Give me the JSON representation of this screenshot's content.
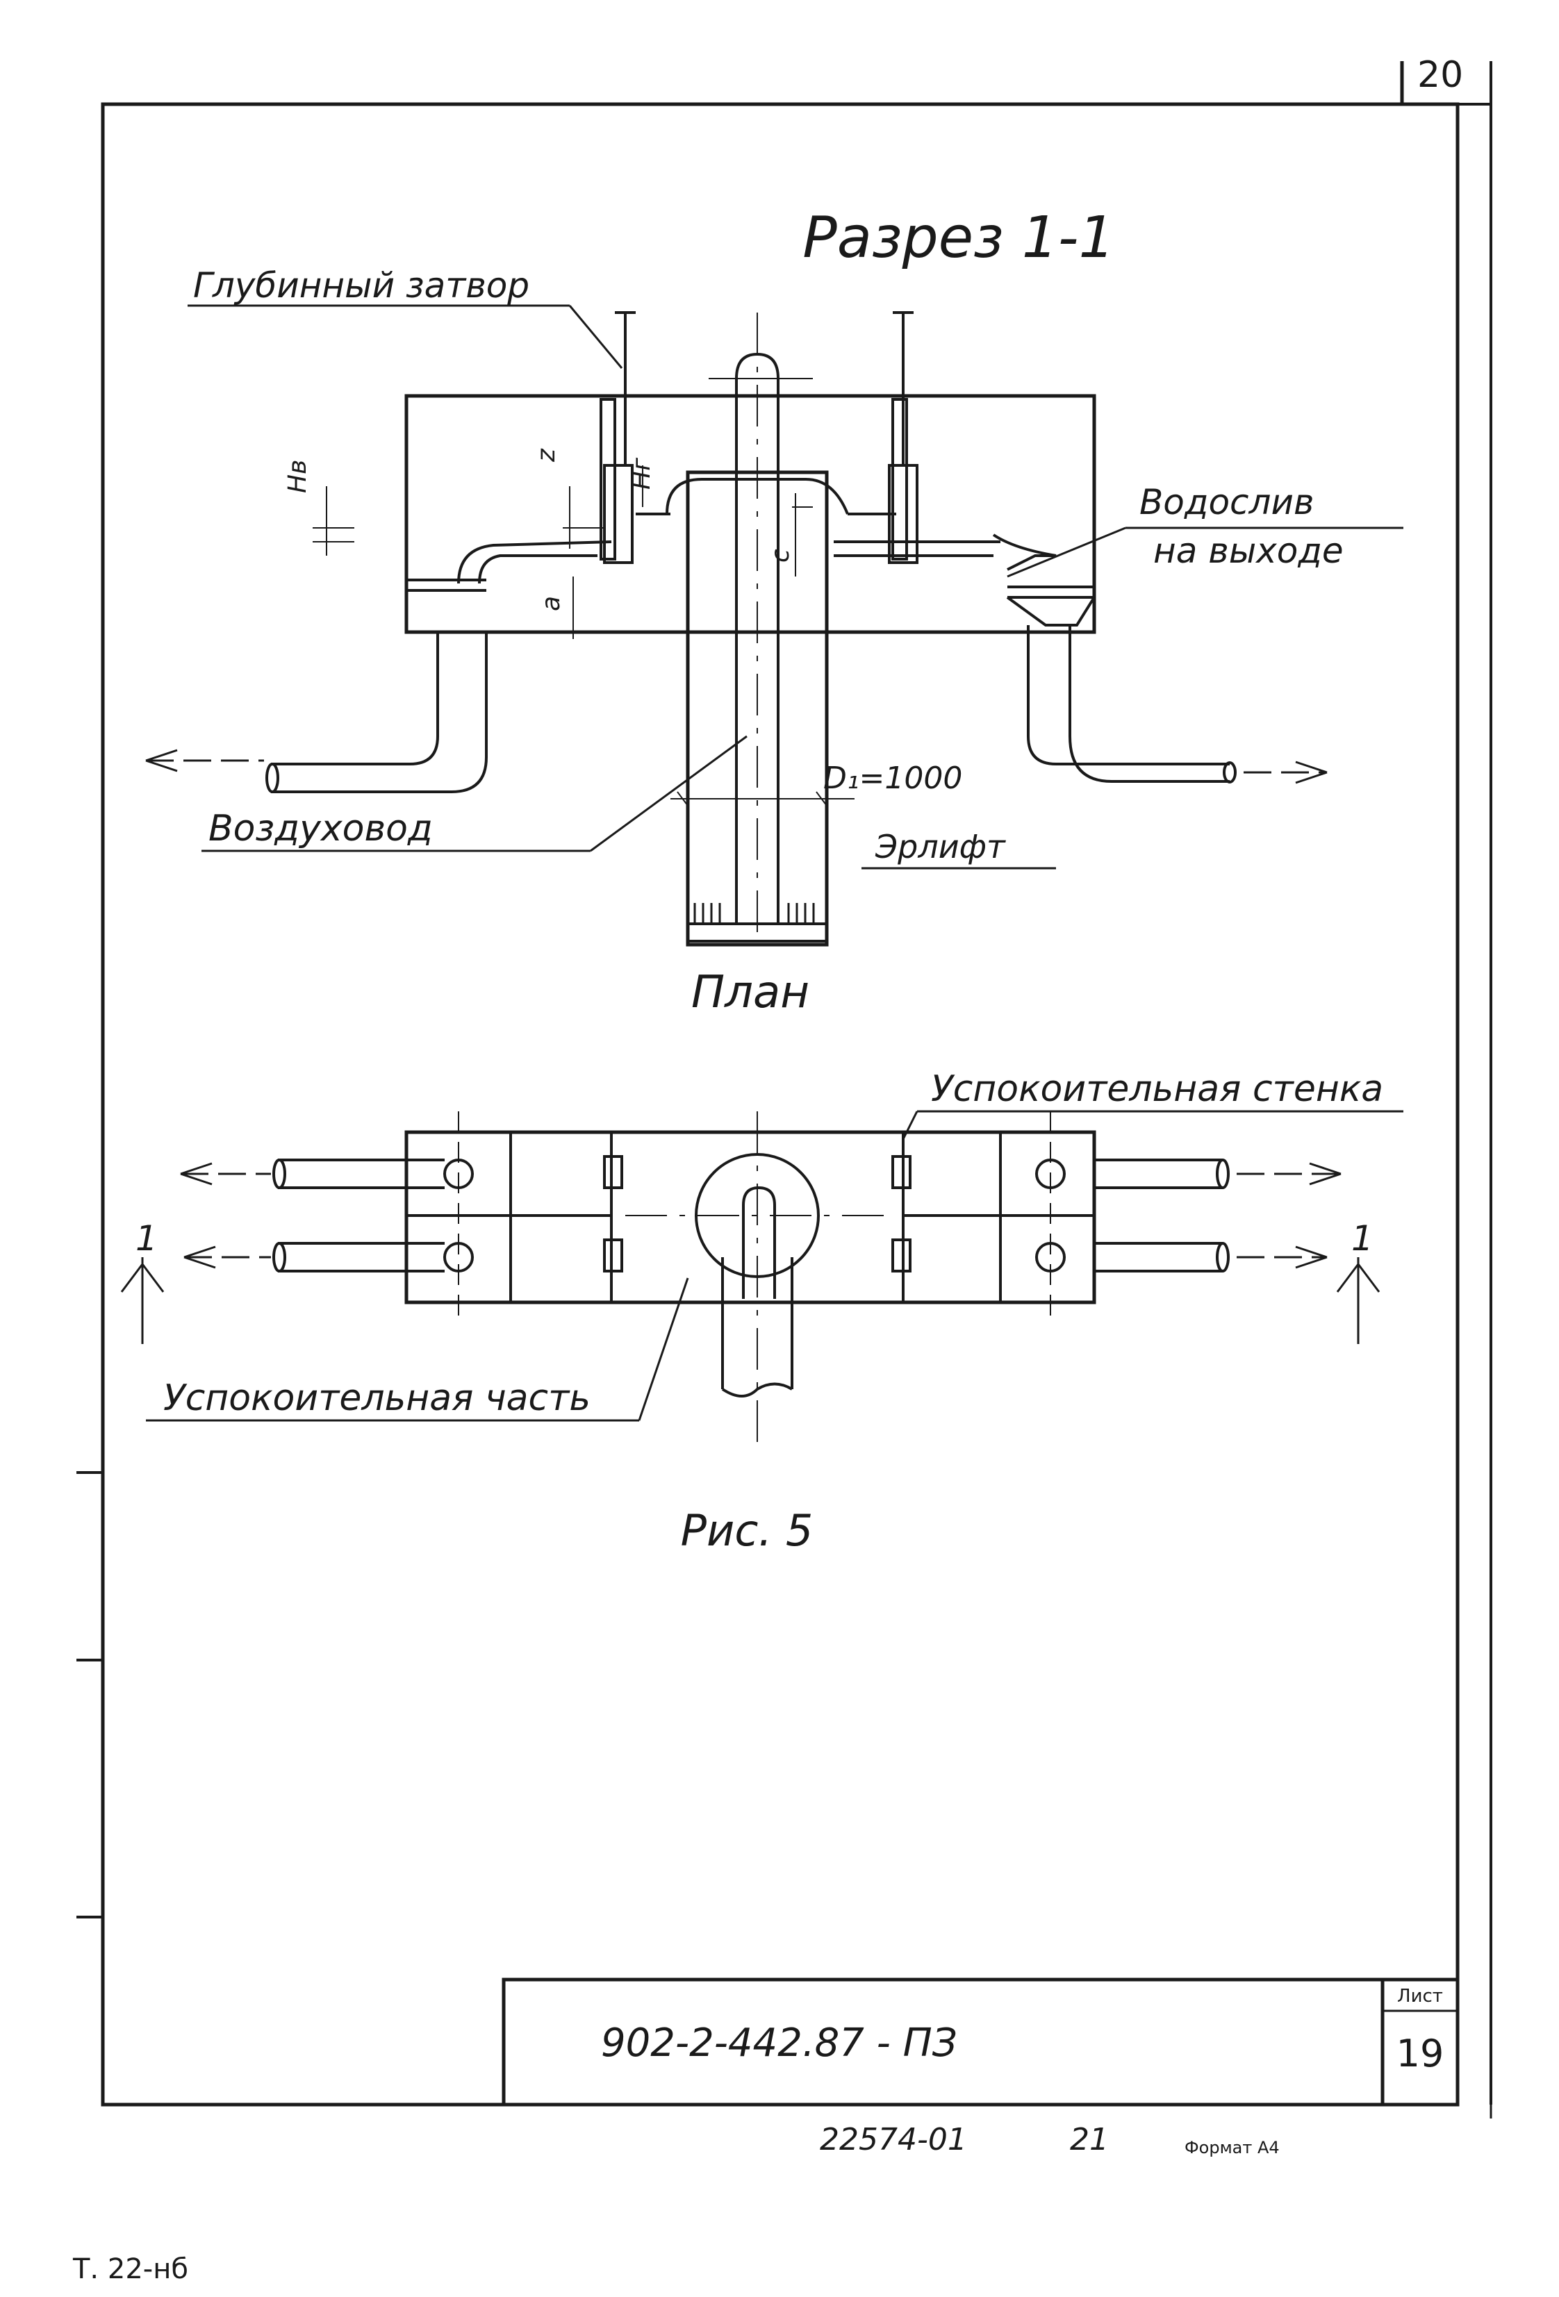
{
  "page_number_top": "20",
  "section_title": "Разрез 1-1",
  "labels": {
    "deep_gate": "Глубинный затвор",
    "weir_outlet_line1": "Водослив",
    "weir_outlet_line2": "на выходе",
    "air_duct": "Воздуховод",
    "airlift": "Эрлифт",
    "diameter": "D₁=1000",
    "dim_hv": "Hв",
    "dim_z": "z",
    "dim_hr": "Hг",
    "dim_c": "c",
    "dim_a": "a"
  },
  "plan_title": "План",
  "plan_labels": {
    "calming_wall": "Успокоительная стенка",
    "calming_part": "Успокоительная часть",
    "section_mark_left": "1",
    "section_mark_right": "1"
  },
  "figure_caption": "Рис. 5",
  "title_block": {
    "doc_number": "902-2-442.87 - ПЗ",
    "sheet_label": "Лист",
    "sheet_number": "19"
  },
  "footer": {
    "inventory": "22574-01",
    "page": "21",
    "format": "Формат А4"
  },
  "margin_note": "Т. 22-нб"
}
